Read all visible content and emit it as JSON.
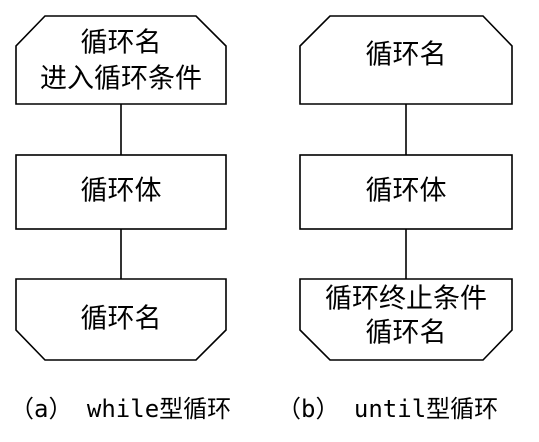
{
  "diagrams": [
    {
      "caption": "（a） while型循环",
      "top_block": {
        "line1": "循环名",
        "line2": "进入循环条件"
      },
      "middle_block": {
        "label": "循环体"
      },
      "bottom_block": {
        "label": "循环名"
      }
    },
    {
      "caption": "（b） until型循环",
      "top_block": {
        "label": "循环名"
      },
      "middle_block": {
        "label": "循环体"
      },
      "bottom_block": {
        "line1": "循环终止条件",
        "line2": "循环名"
      }
    }
  ]
}
